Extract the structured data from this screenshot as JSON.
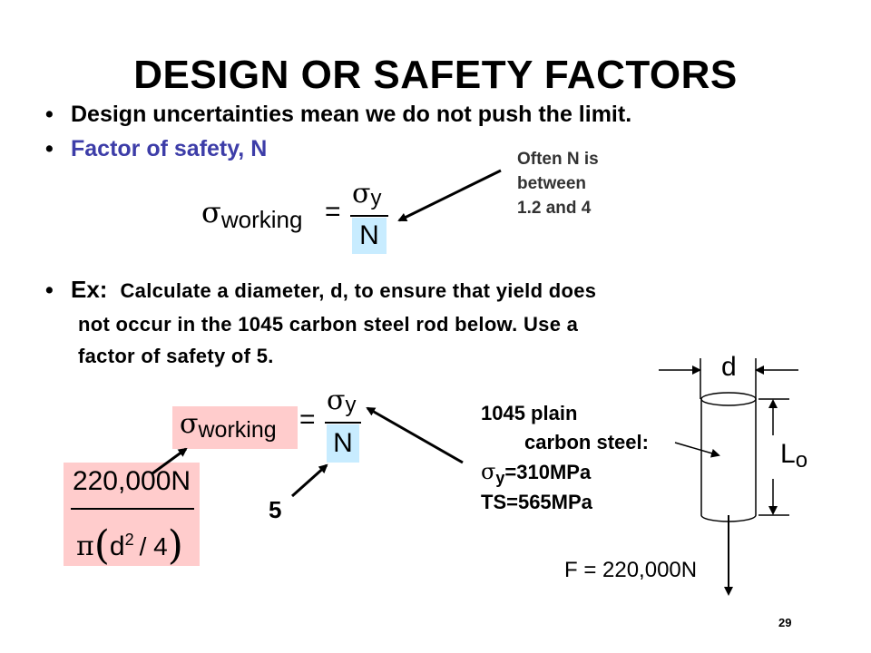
{
  "title": "DESIGN OR SAFETY FACTORS",
  "bullets": {
    "b1": "Design uncertainties mean we do not push the limit.",
    "b2": "Factor of safety, N",
    "dot": "•"
  },
  "note": {
    "l1": "Often N is",
    "l2": "between",
    "l3": "1.2 and 4"
  },
  "equation": {
    "sigma": "σ",
    "working": "working",
    "y": "y",
    "equals": "=",
    "N": "N"
  },
  "example": {
    "label": "Ex:",
    "line1": "Calculate a diameter, d, to ensure that yield does",
    "line2": "not occur in the 1045 carbon steel rod below.  Use a",
    "line3": "factor of safety of 5."
  },
  "force_expr": {
    "numerator": "220,000N",
    "pi": "π",
    "d": "d",
    "exp": "2",
    "div4": "/ 4"
  },
  "safety_value": "5",
  "steel": {
    "l1": "1045 plain",
    "l2": "carbon steel:",
    "l3_sigma": "σ",
    "l3_sub": "y",
    "l3_val": "=310MPa",
    "l4": "TS=565MPa"
  },
  "rod": {
    "d": "d",
    "L": "L",
    "L_sub": "o",
    "force": "F = 220,000N"
  },
  "page_number": "29"
}
